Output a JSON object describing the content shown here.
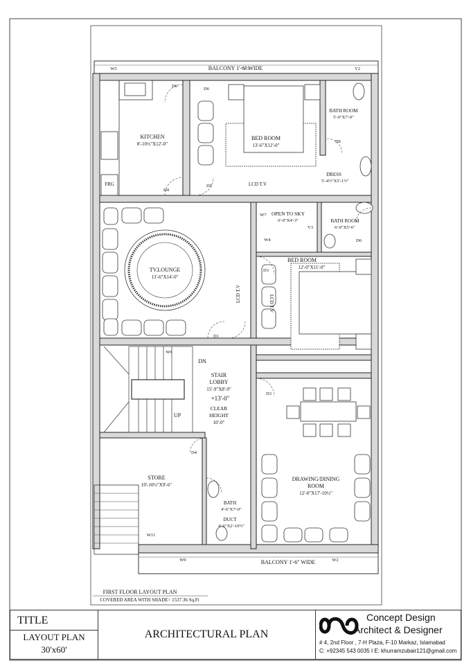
{
  "plan": {
    "balcony_top": "BALCONY 1'-6\" WIDE",
    "balcony_bottom": "BALCONY 1'-6\" WIDE",
    "rooms": {
      "kitchen": {
        "name": "KITCHEN",
        "dim": "8'-10½\"X12'-0\""
      },
      "bedroom1": {
        "name": "BED ROOM",
        "dim": "13'-6\"X12'-0\""
      },
      "bath1": {
        "name": "BATH ROOM",
        "dim": "5'-0\"X7'-0\""
      },
      "dress": {
        "name": "DRESS",
        "dim": "5'-4½\"X5'-1½\""
      },
      "open_sky": {
        "name": "OPEN TO SKY",
        "dim": "6'-0\"X4'-3\""
      },
      "bath2": {
        "name": "BATH ROOM",
        "dim": "6'-0\"X5'-6\""
      },
      "tv_lounge": {
        "name": "TV.LOUNGE",
        "dim": "13'-6\"X14'-0\""
      },
      "bedroom2": {
        "name": "BED ROOM",
        "dim": "12'-0\"X11'-0\""
      },
      "stair_lobby": {
        "name1": "STAIR",
        "name2": "LOBBY",
        "dim": "15'-9\"X8'-9\"",
        "level": "+13'-0\"",
        "clear1": "CLEAR",
        "clear2": "HEIGHT",
        "clear_dim": "10'-0\""
      },
      "store": {
        "name": "STORE",
        "dim": "10'-10½\"X9'-6\""
      },
      "drawing": {
        "name1": "DRAWING/DINING",
        "name2": "ROOM",
        "dim": "12'-0\"X17'-10½\""
      },
      "bath3": {
        "name": "BATH",
        "dim": "4'-6\"X7'-0\""
      },
      "duct": {
        "name": "DUCT",
        "dim": "4'-6\"X2'-10½\""
      }
    },
    "tags": {
      "w5": "W5",
      "w3": "W3",
      "v2": "V2",
      "d6a": "D6",
      "d6b": "D6",
      "d6c": "D6",
      "d6d": "D6",
      "d4a": "D4",
      "d4b": "D4",
      "d5": "D5",
      "w7": "W7",
      "w4": "W4",
      "v3": "V3",
      "d3a": "D3",
      "d3b": "D3",
      "d1": "D1",
      "w6": "W6",
      "w11": "W11",
      "w9": "W9",
      "w2": "W2"
    },
    "labels": {
      "frg": "FRG",
      "lcd1": "LCD T.V",
      "lcd2": "LCD T.V",
      "lcd3": "LCD T.V",
      "dn": "DN",
      "up": "UP"
    },
    "caption1": "FIRST FLOOR LAYOUT PLAN",
    "caption2": "COVERED AREA WITH SHADE= 1537.36 Sq.Ft"
  },
  "title_block": {
    "title": "TITLE",
    "layout": "LAYOUT PLAN",
    "size": "30'x60'",
    "main": "ARCHITECTURAL PLAN",
    "company1": "Concept Design",
    "company2": "Architect & Designer",
    "address": "# 4,  2nd Floor  , 7-H Plaza,  F-10 Markaz, Islamabad",
    "contact": "C: +92345 543 0035   I  E: khurramzubair121@gmail.com"
  }
}
